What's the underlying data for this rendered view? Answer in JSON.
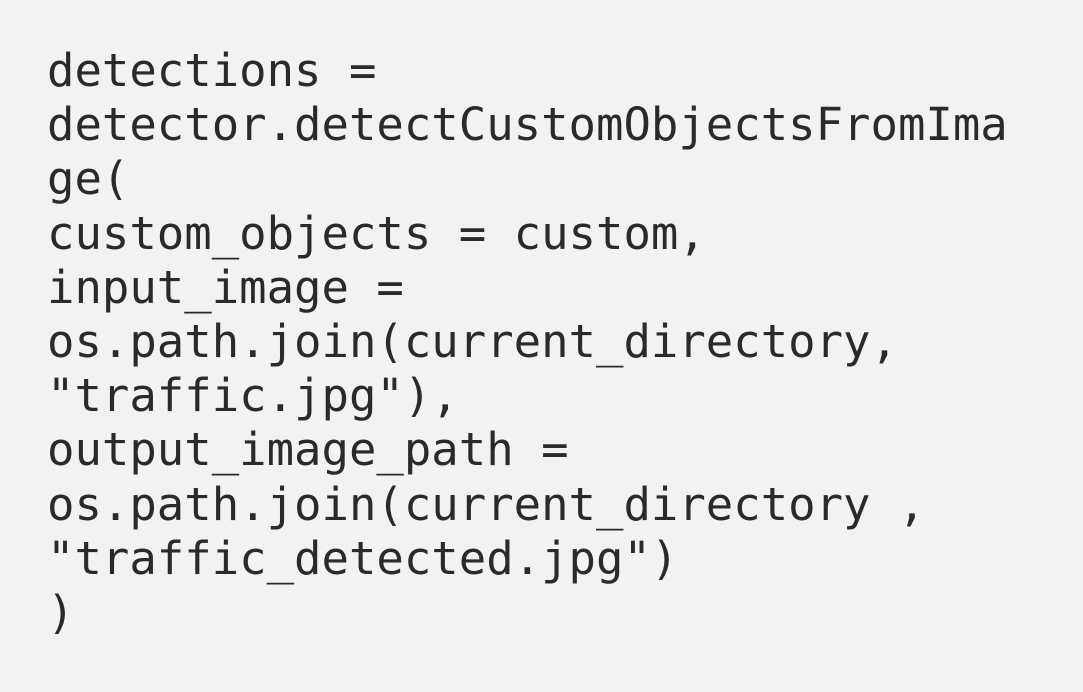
{
  "colors": {
    "background": "#f2f2f2",
    "text": "#2a2a2a"
  },
  "code": {
    "language": "python",
    "lines": [
      "detections =",
      "detector.detectCustomObjectsFromIma",
      "ge(",
      "custom_objects = custom,",
      "input_image =",
      "os.path.join(current_directory,",
      "\"traffic.jpg\"),",
      "output_image_path =",
      "os.path.join(current_directory ,",
      "\"traffic_detected.jpg\")",
      ")"
    ]
  }
}
